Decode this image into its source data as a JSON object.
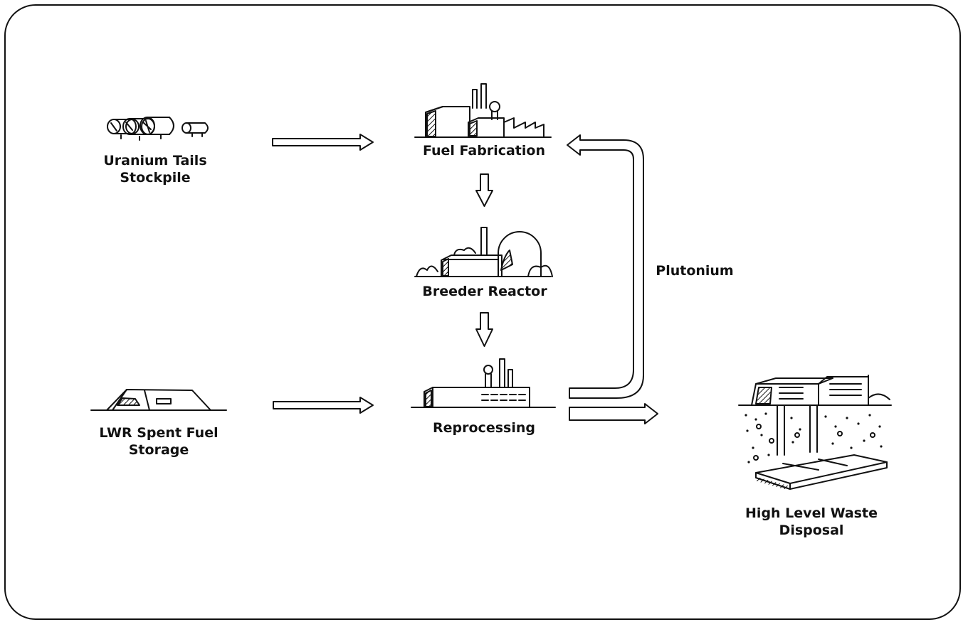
{
  "nodes": {
    "uranium_tails": {
      "line1": "Uranium Tails",
      "line2": "Stockpile",
      "icon": "tanks-icon"
    },
    "lwr_storage": {
      "line1": "LWR Spent Fuel",
      "line2": "Storage",
      "icon": "storage-bunker-icon"
    },
    "fuel_fabrication": {
      "label": "Fuel Fabrication",
      "icon": "factory-icon"
    },
    "breeder_reactor": {
      "label": "Breeder Reactor",
      "icon": "reactor-icon"
    },
    "reprocessing": {
      "label": "Reprocessing",
      "icon": "plant-icon"
    },
    "hlw_disposal": {
      "line1": "High Level Waste",
      "line2": "Disposal",
      "icon": "underground-repository-icon"
    }
  },
  "edges": {
    "plutonium_label": "Plutonium"
  }
}
